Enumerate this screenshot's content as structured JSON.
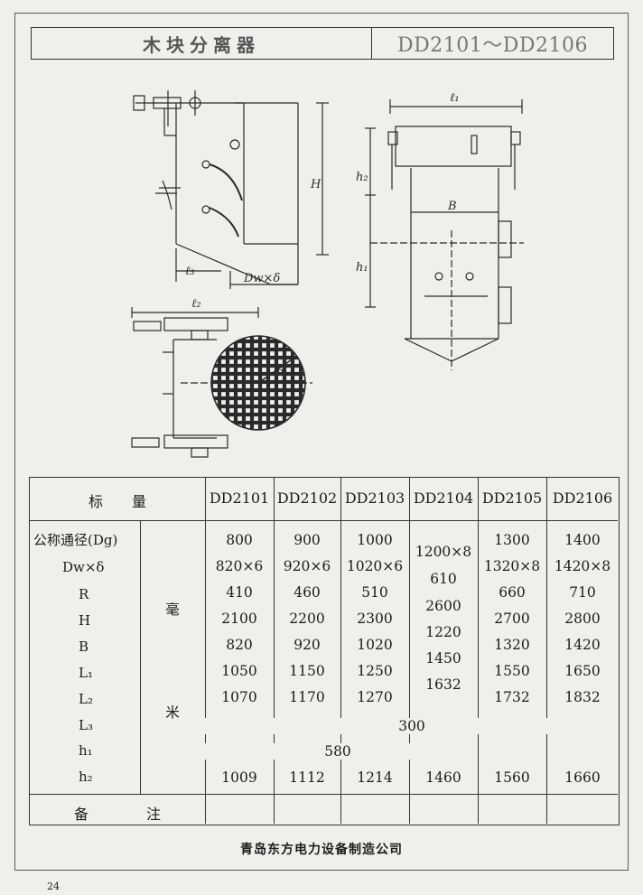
{
  "header": {
    "name": "木块分离器",
    "model": "DD2101～DD2106"
  },
  "drawing": {
    "labels": {
      "l1_top": "ℓ₁",
      "H": "H",
      "l3": "ℓ₃",
      "dw": "Dw×δ",
      "l2": "ℓ₂",
      "R": "R",
      "h2": "h₂",
      "B": "B",
      "h1": "h₁"
    }
  },
  "table": {
    "header_label": "标　　量",
    "models": [
      "DD2101",
      "DD2102",
      "DD2103",
      "DD2104",
      "DD2105",
      "DD2106"
    ],
    "params": [
      "公称通径(Dg)",
      "Dw×δ",
      "R",
      "H",
      "B",
      "L₁",
      "L₂",
      "L₃",
      "h₁",
      "h₂"
    ],
    "unit_top": "毫",
    "unit_bottom": "米",
    "columns": [
      [
        "800",
        "820×6",
        "410",
        "2100",
        "820",
        "1050",
        "1070"
      ],
      [
        "900",
        "920×6",
        "460",
        "2200",
        "920",
        "1150",
        "1170"
      ],
      [
        "1000",
        "1020×6",
        "510",
        "2300",
        "1020",
        "1250",
        "1270"
      ],
      [
        "1200×8",
        "610",
        "2600",
        "1220",
        "1450",
        "1632"
      ],
      [
        "1300",
        "1320×8",
        "660",
        "2700",
        "1320",
        "1550",
        "1732"
      ],
      [
        "1400",
        "1420×8",
        "710",
        "2800",
        "1420",
        "1650",
        "1832"
      ]
    ],
    "l3_value": "300",
    "h1_value": "580",
    "h2_values": [
      "1009",
      "1112",
      "1214",
      "1460",
      "1560",
      "1660"
    ],
    "remarks_label": "备　　　　注"
  },
  "footer": {
    "company": "青岛东方电力设备制造公司"
  },
  "page_number": "24"
}
